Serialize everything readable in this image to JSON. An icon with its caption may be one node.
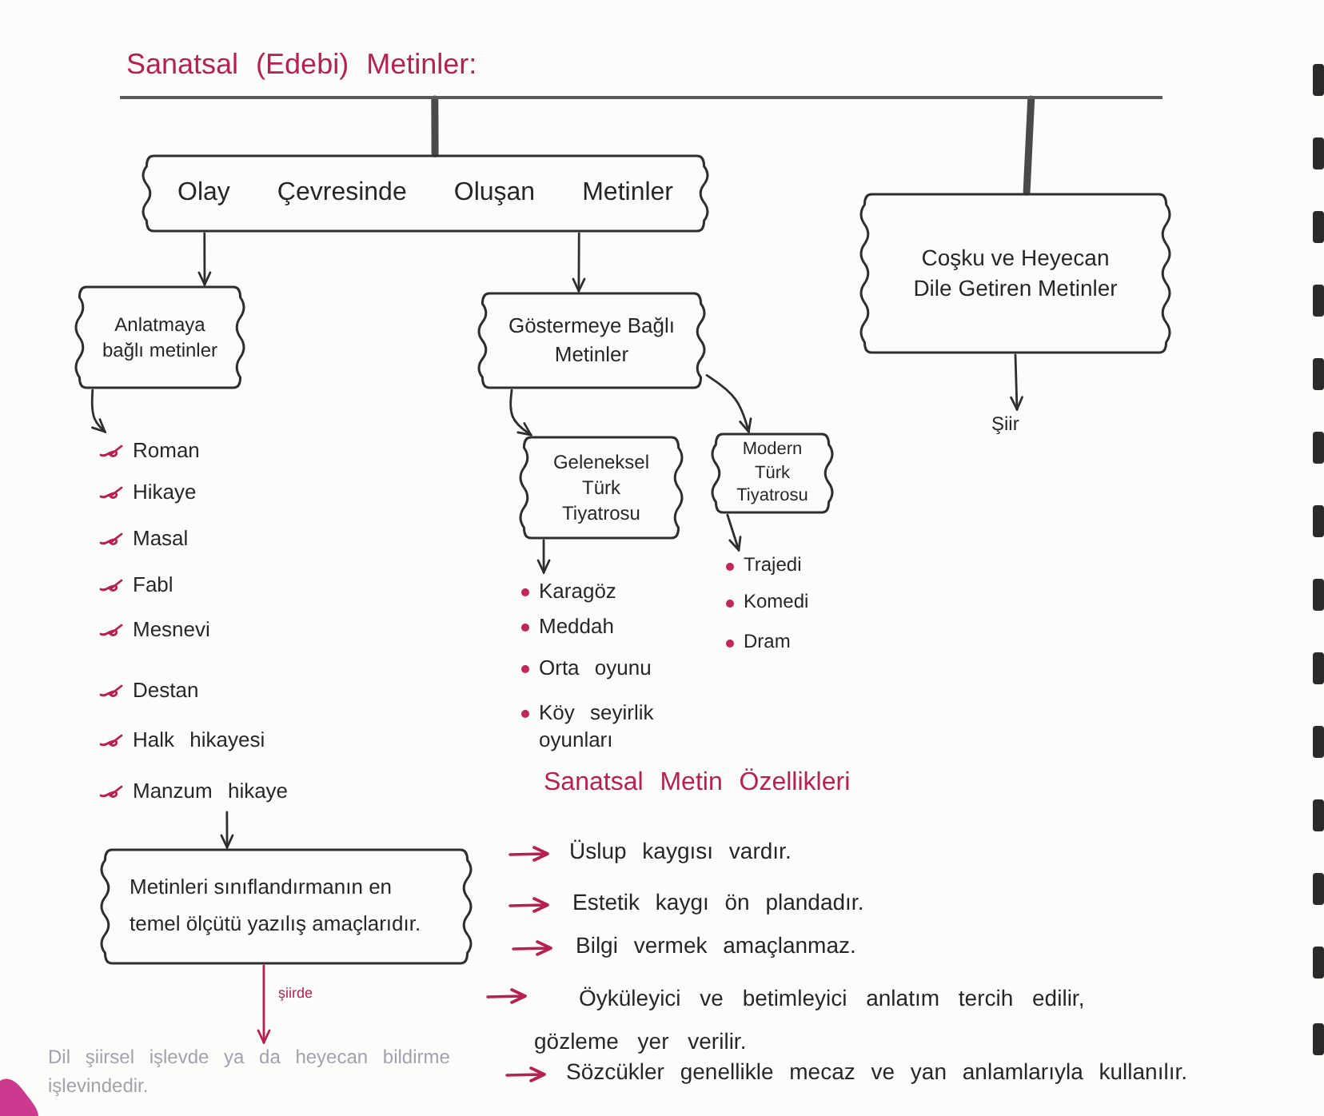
{
  "diagram": {
    "nodes": [
      {
        "text": [
          "Sanatsal (Edebi) Metinler:"
        ]
      },
      {
        "text": [
          "Olay Çevresinde Oluşan Metinler"
        ]
      },
      {
        "text": [
          "Coşku ve Heyecan Dile Getiren Metinler"
        ]
      },
      {
        "text": [
          "Anlatmaya bağlı metinler"
        ]
      },
      {
        "text": [
          "Göstermeye Bağlı Metinler"
        ]
      },
      {
        "text": [
          "Şiir"
        ]
      },
      {
        "text": [
          "Geleneksel Türk Tiyatrosu"
        ]
      },
      {
        "text": [
          "Modern Türk Tiyatrosu"
        ]
      },
      {
        "text": [
          "Roman",
          "Hikaye",
          "Masal",
          "Fabl",
          "Mesnevi",
          "Destan",
          "Halk hikayesi",
          "Manzum hikaye"
        ]
      },
      {
        "text": [
          "Karagöz",
          "Meddah",
          "Orta oyunu",
          "Köy seyirlik oyunları"
        ]
      },
      {
        "text": [
          "Trajedi",
          "Komedi",
          "Dram"
        ]
      },
      {
        "text": [
          "Metinleri sınıflandırmanın en temel ölçütü yazılış amaçlarıdır."
        ]
      },
      {
        "text": [
          "Dil şiirsel işlevde ya da heyecan bildirme işlevindedir."
        ]
      }
    ],
    "edges": [
      {
        "from": 0,
        "to": 1,
        "arrow": "none",
        "style": "thick"
      },
      {
        "from": 0,
        "to": 2,
        "arrow": "none",
        "style": "thick"
      },
      {
        "from": 1,
        "to": 3,
        "arrow": "to"
      },
      {
        "from": 1,
        "to": 4,
        "arrow": "to"
      },
      {
        "from": 2,
        "to": 5,
        "arrow": "to"
      },
      {
        "from": 4,
        "to": 6,
        "arrow": "to"
      },
      {
        "from": 4,
        "to": 7,
        "arrow": "to"
      },
      {
        "from": 3,
        "to": 8,
        "arrow": "to"
      },
      {
        "from": 6,
        "to": 9,
        "arrow": "to"
      },
      {
        "from": 7,
        "to": 10,
        "arrow": "to"
      },
      {
        "from": 8,
        "to": 11,
        "arrow": "to"
      },
      {
        "from": 11,
        "to": 12,
        "arrow": "to",
        "label": "şiirde",
        "color": "#b8204f"
      }
    ],
    "labels": [
      "Sanatsal Metin Özellikleri",
      "Üslup kaygısı vardır.",
      "Estetik kaygı ön plandadır.",
      "Bilgi vermek amaçlanmaz.",
      "Öyküleyici ve betimleyici anlatım tercih edilir, gözleme yer verilir.",
      "Sözcükler genellikle mecaz ve yan anlamlarıyla kullanılır."
    ]
  }
}
